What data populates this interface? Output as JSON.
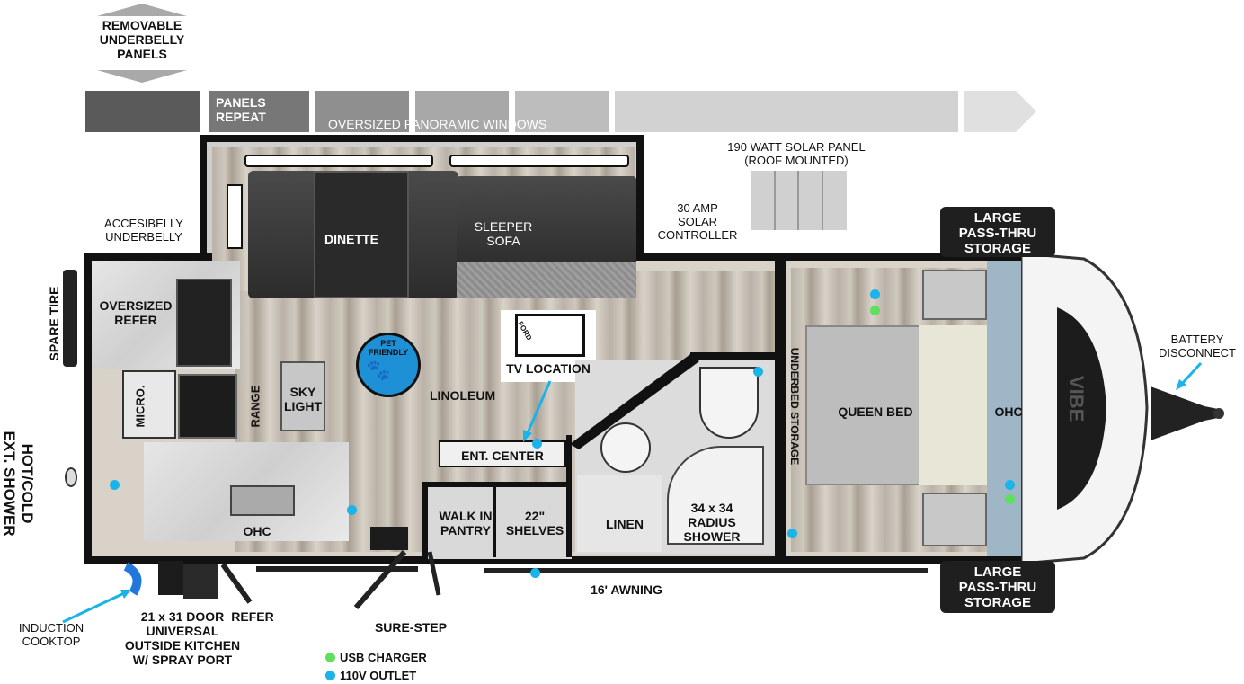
{
  "labels": {
    "removable_underbelly": "REMOVABLE\nUNDERBELLY\nPANELS",
    "panels_repeat": "PANELS\nREPEAT",
    "panoramic_windows": "OVERSIZED PANORAMIC WINDOWS",
    "solar_panel": "190 WATT SOLAR PANEL\n(ROOF MOUNTED)",
    "solar_controller": "30 AMP\nSOLAR\nCONTROLLER",
    "large_storage_top": "LARGE\nPASS-THRU\nSTORAGE",
    "large_storage_bottom": "LARGE\nPASS-THRU\nSTORAGE",
    "battery_disconnect": "BATTERY\nDISCONNECT",
    "accessible_underbelly": "ACCESIBELLY\nUNDERBELLY",
    "dinette": "DINETTE",
    "sleeper_sofa": "SLEEPER\nSOFA",
    "spare_tire": "SPARE TIRE",
    "oversized_refer": "OVERSIZED\nREFER",
    "pet_friendly": "PET\nFRIENDLY",
    "micro": "MICRO.",
    "range": "RANGE",
    "sky_light": "SKY\nLIGHT",
    "linoleum": "LINOLEUM",
    "tv_location": "TV LOCATION",
    "ent_center": "ENT. CENTER",
    "underbed_storage": "UNDERBED STORAGE",
    "queen_bed": "QUEEN BED",
    "ohc_bedroom": "OHC",
    "ext_shower": "HOT/COLD\nEXT. SHOWER",
    "ohc_kitchen": "OHC",
    "walk_in_pantry": "WALK IN\nPANTRY",
    "shelves": "22\"\nSHELVES",
    "linen": "LINEN",
    "radius_shower": "34 x 34\nRADIUS\nSHOWER",
    "awning": "16' AWNING",
    "induction_cooktop": "INDUCTION\nCOOKTOP",
    "outside_kitchen": "21 x 31 DOOR\nUNIVERSAL\nOUTSIDE KITCHEN\nW/ SPRAY PORT",
    "refer_outside": "REFER",
    "sure_step": "SURE-STEP",
    "brand_logo": "VIBE",
    "tv_icon_text": "FORD"
  },
  "legend": {
    "usb": {
      "label": "USB CHARGER",
      "color": "#5ee05e"
    },
    "outlet": {
      "label": "110V OUTLET",
      "color": "#1ab3ea"
    }
  }
}
